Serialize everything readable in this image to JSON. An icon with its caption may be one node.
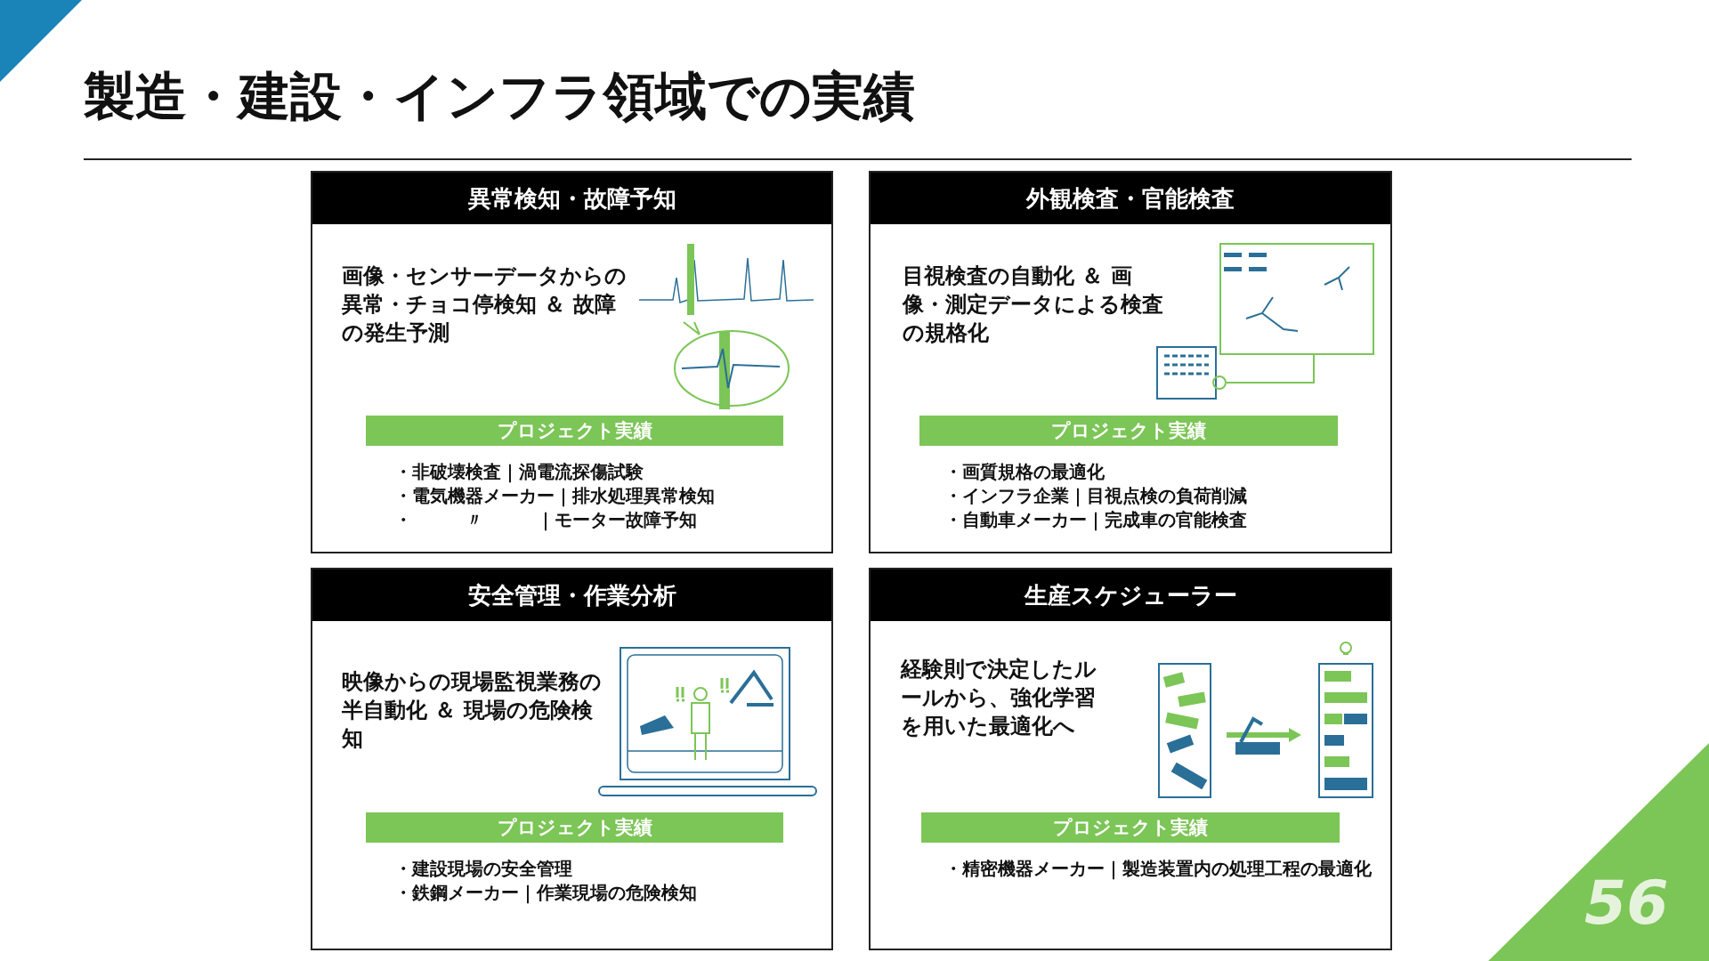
{
  "diagram": {
    "title": "製造・建設・インフラ領域での実績",
    "nodes": [
      {
        "text": [
          "異常検知・故障予知",
          "画像・センサーデータからの異常・チョコ停検知 ＆ 故障の発生予測"
        ]
      },
      {
        "text": [
          "プロジェクト実績"
        ],
        "in": 0,
        "beside": [
          "・非破壊検査｜渦電流探傷試験",
          "・電気機器メーカー｜排水処理異常検知",
          "・　　　〃　　　｜モーター故障予知"
        ]
      },
      {
        "text": [
          "外観検査・官能検査",
          "目視検査の自動化 ＆ 画像・測定データによる検査の規格化"
        ]
      },
      {
        "text": [
          "プロジェクト実績"
        ],
        "in": 2,
        "beside": [
          "・画質規格の最適化",
          "・インフラ企業｜目視点検の負荷削減",
          "・自動車メーカー｜完成車の官能検査"
        ]
      },
      {
        "text": [
          "安全管理・作業分析",
          "映像からの現場監視業務の半自動化 ＆ 現場の危険検知"
        ]
      },
      {
        "text": [
          "プロジェクト実績"
        ],
        "in": 4,
        "beside": [
          "・建設現場の安全管理",
          "・鉄鋼メーカー｜作業現場の危険検知"
        ]
      },
      {
        "text": [
          "生産スケジューラー",
          "経験則で決定したルールから、強化学習を用いた最適化へ"
        ]
      },
      {
        "text": [
          "プロジェクト実績"
        ],
        "in": 6,
        "beside": [
          "・精密機器メーカー｜製造装置内の処理工程の最適化"
        ]
      }
    ],
    "edges": [],
    "labels": [
      "56"
    ]
  }
}
